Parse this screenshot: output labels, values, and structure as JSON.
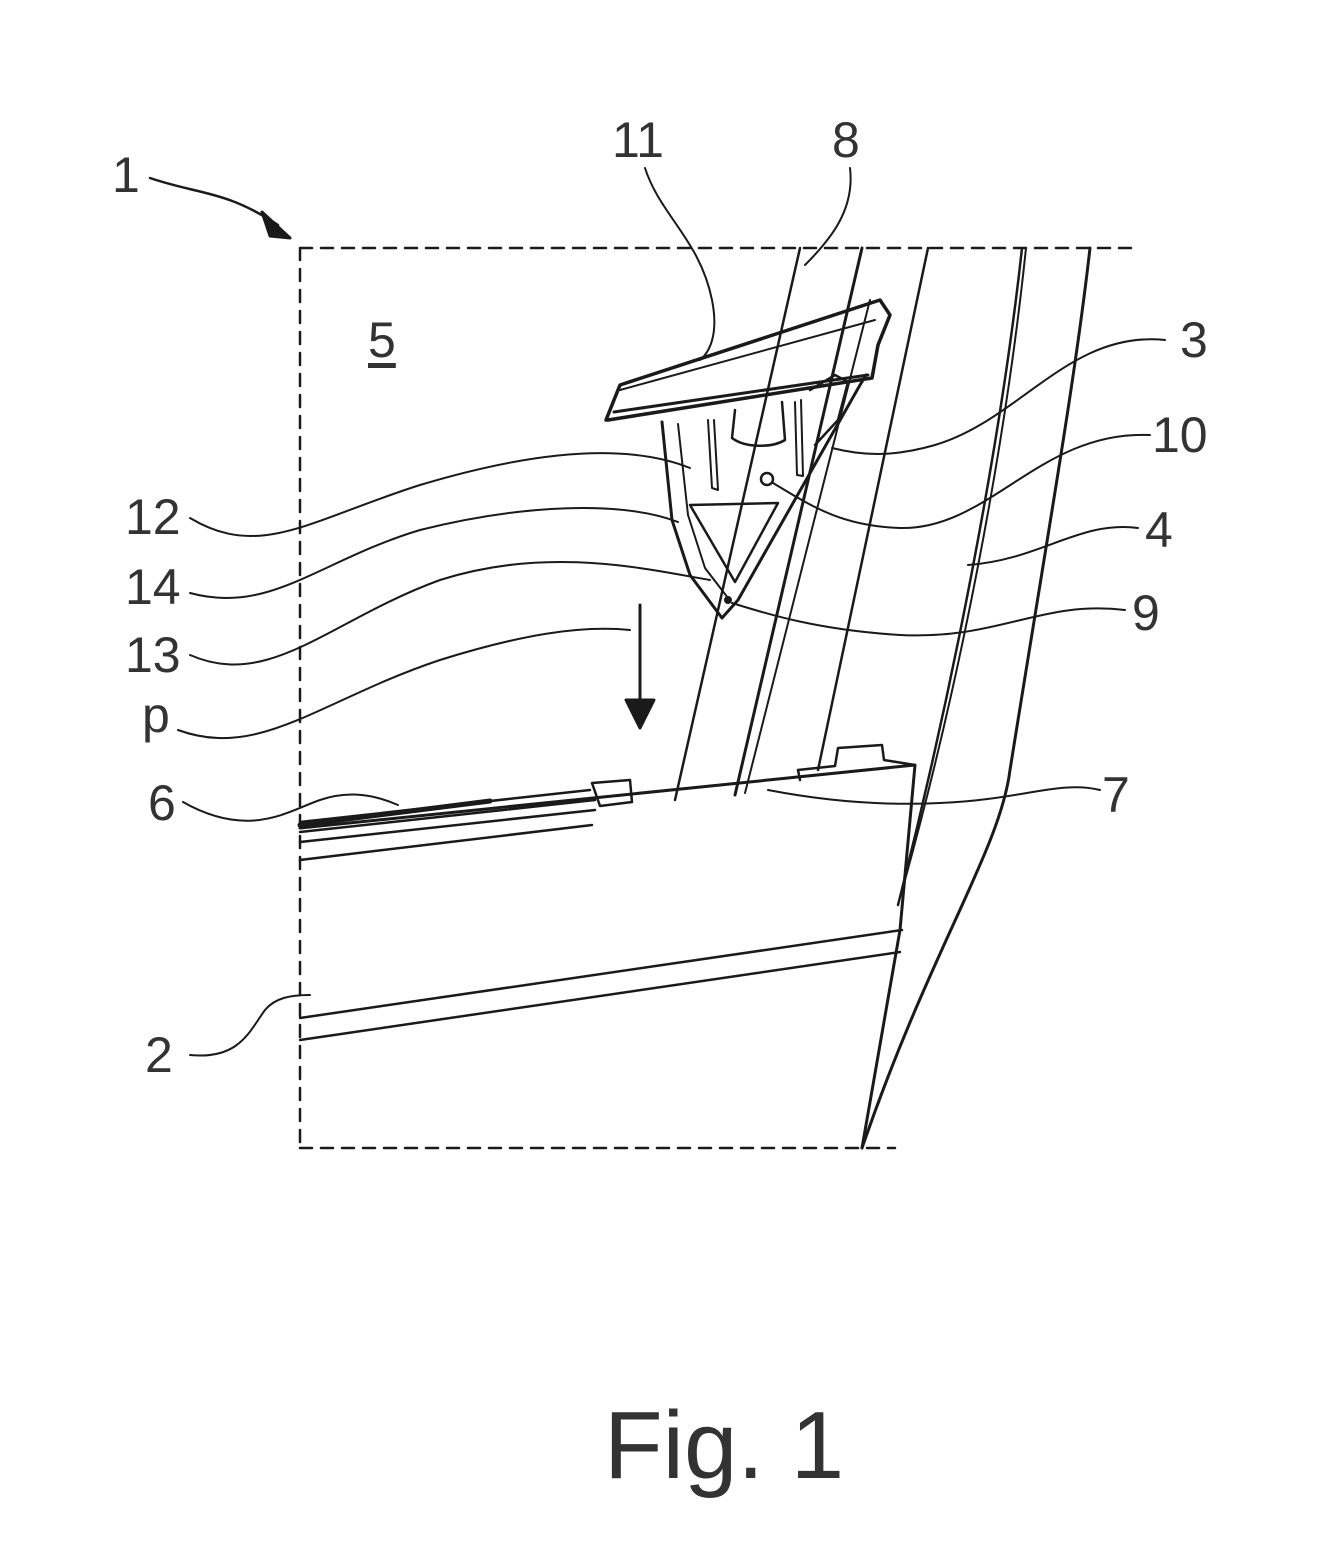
{
  "figure": {
    "caption": "Fig. 1",
    "line_color": "#1a1a1a",
    "label_color": "#333333",
    "reference_numerals": {
      "n1": "1",
      "n2": "2",
      "n3": "3",
      "n4": "4",
      "n5": "5",
      "n6": "6",
      "n7": "7",
      "n8": "8",
      "n9": "9",
      "n10": "10",
      "n11": "11",
      "n12": "12",
      "n13": "13",
      "n14": "14",
      "p": "p"
    }
  }
}
